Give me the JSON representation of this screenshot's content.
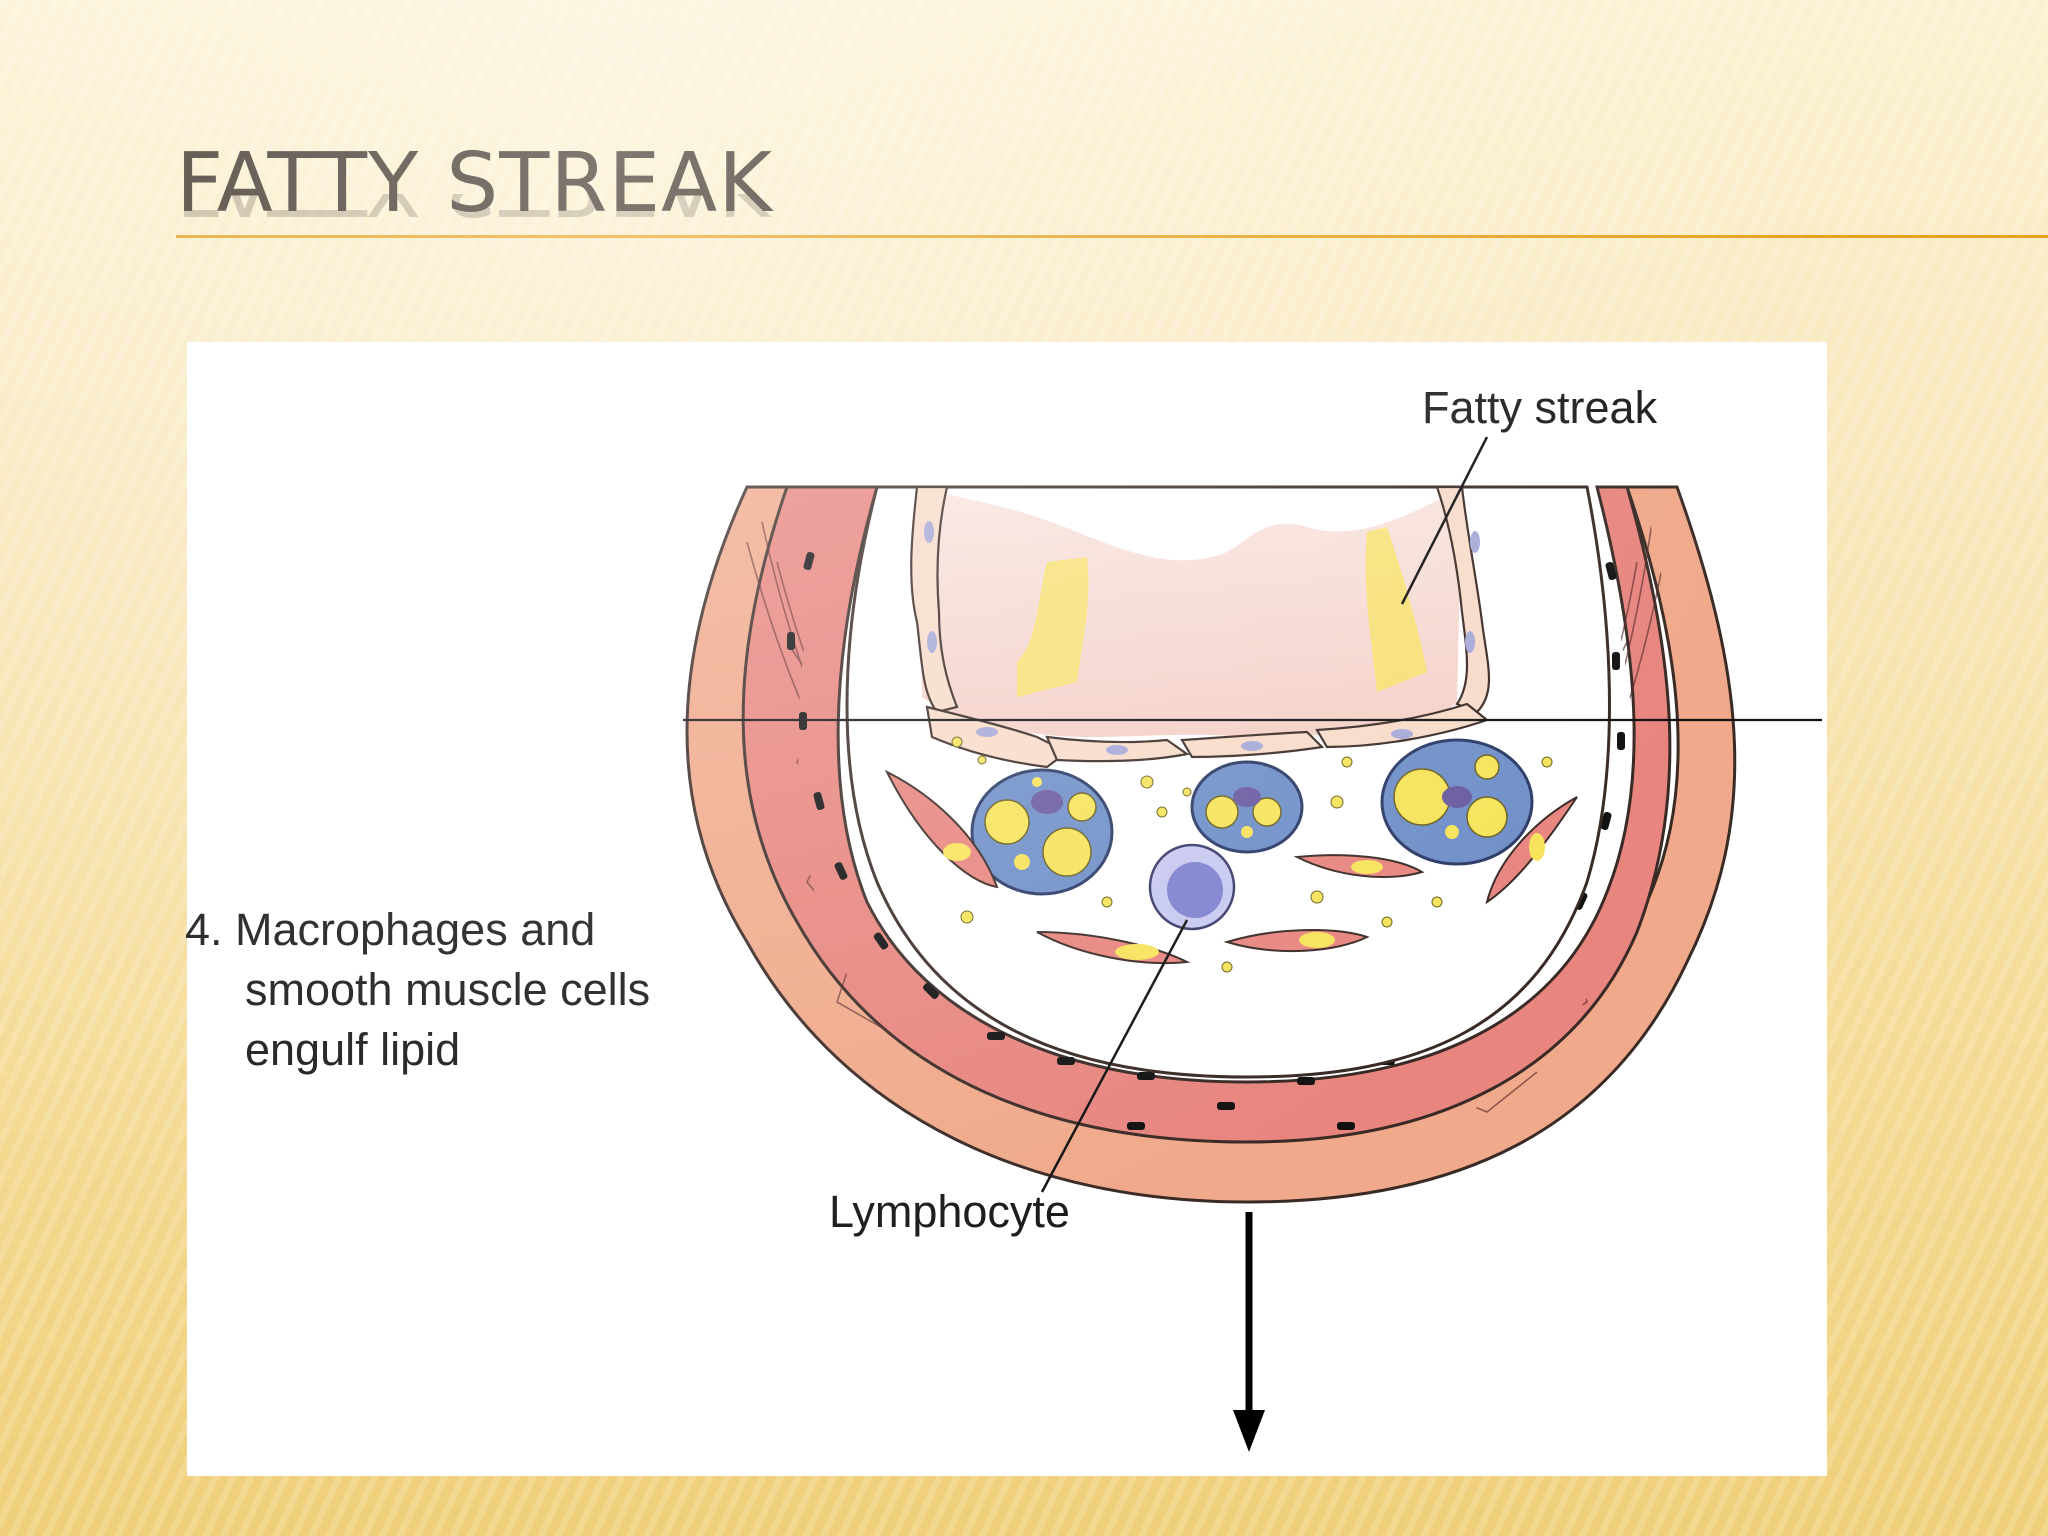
{
  "slide": {
    "title": "FATTY STREAK"
  },
  "figure": {
    "labels": {
      "fatty_streak": "Fatty streak",
      "step": {
        "line1": "4. Macrophages and",
        "line2": "smooth muscle cells",
        "line3": "engulf lipid"
      },
      "lymphocyte": "Lymphocyte"
    }
  },
  "colors": {
    "title_text": "#3b3025",
    "title_rule": "#e8a21f",
    "vessel_outer": "#f0a98a",
    "vessel_media": "#e8857f",
    "lumen_tint": "#f6d6d0",
    "lipid": "#f7e35a",
    "macrophage": "#6f8fc8",
    "lymphocyte": "#8c8fd6"
  }
}
